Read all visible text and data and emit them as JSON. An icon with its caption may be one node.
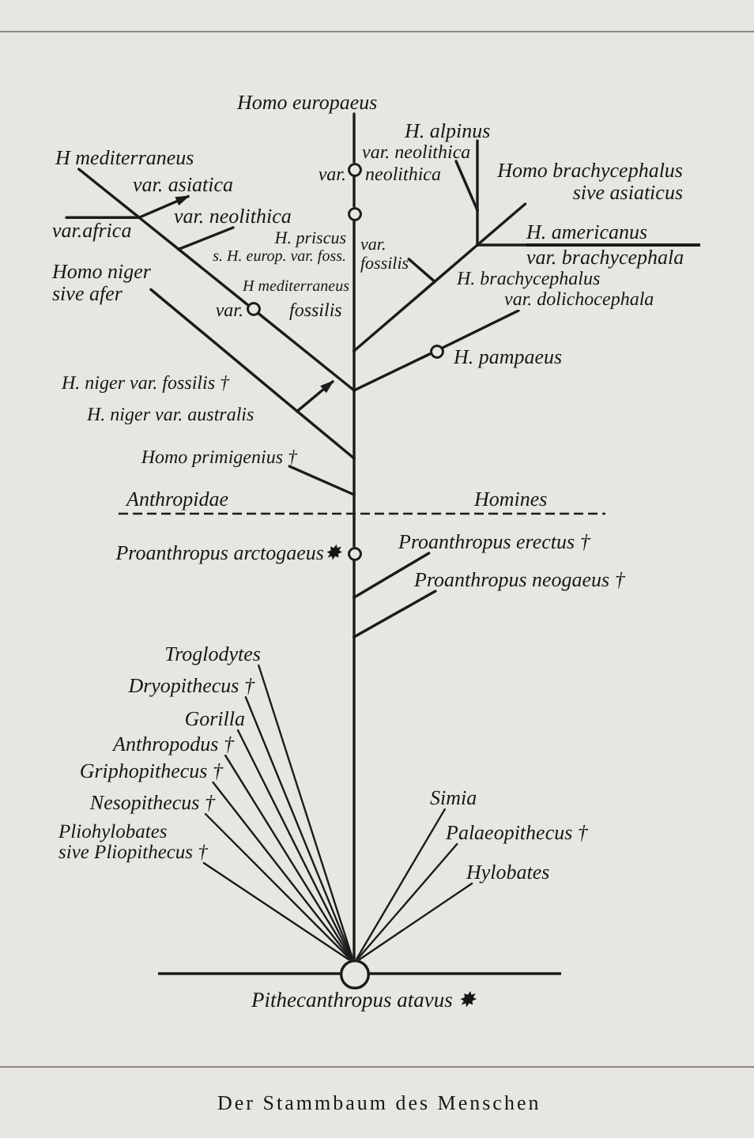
{
  "diagram": {
    "caption": "Der Stammbaum des Menschen",
    "nodes": [
      {
        "text": [
          "Homo europaeus"
        ]
      },
      {
        "text": [
          "H. alpinus"
        ]
      },
      {
        "text": [
          "var. neolithica"
        ]
      },
      {
        "text": [
          "H mediterraneus"
        ]
      },
      {
        "text": [],
        "shape": "circle",
        "beside": [
          "var.",
          "neolithica"
        ]
      },
      {
        "text": [
          "Homo brachycephalus sive asiaticus"
        ]
      },
      {
        "text": [
          "var. asiatica"
        ]
      },
      {
        "text": [
          "var. neolithica"
        ]
      },
      {
        "text": [],
        "shape": "circle",
        "beside": [
          "H. priscus",
          "s. H. europ. var. foss."
        ]
      },
      {
        "text": [
          "var.africa"
        ]
      },
      {
        "text": [
          "H. americanus",
          "var. brachycephala"
        ]
      },
      {
        "text": [
          "Homo niger sive afer"
        ]
      },
      {
        "text": [
          "var. fossilis"
        ]
      },
      {
        "text": [],
        "shape": "circle",
        "beside": [
          "H mediterraneus",
          "var.",
          "fossilis"
        ]
      },
      {
        "text": [],
        "shape": "circle",
        "beside": [
          "H. pampaeus"
        ]
      },
      {
        "text": [
          "Homo primigenius †"
        ]
      },
      {
        "text": [],
        "shape": "circle",
        "beside": [
          "Proanthropus arctogaeus✸"
        ]
      },
      {
        "text": [
          "Proanthropus erectus †"
        ]
      },
      {
        "text": [
          "Proanthropus neogaeus †"
        ]
      },
      {
        "text": [
          "Troglodytes"
        ]
      },
      {
        "text": [
          "Dryopithecus †"
        ]
      },
      {
        "text": [
          "Gorilla"
        ]
      },
      {
        "text": [
          "Anthropodus †"
        ]
      },
      {
        "text": [
          "Griphopithecus †"
        ]
      },
      {
        "text": [
          "Simia"
        ]
      },
      {
        "text": [
          "Nesopithecus †"
        ]
      },
      {
        "text": [
          "Palaeopithecus †"
        ]
      },
      {
        "text": [
          "Pliohylobates sive Pliopithecus †"
        ]
      },
      {
        "text": [
          "Hylobates"
        ]
      },
      {
        "text": [],
        "shape": "circle",
        "beside": [
          "Pithecanthropus atavus ✸"
        ]
      }
    ],
    "edges": [
      {
        "from": 29,
        "to": 16,
        "arrow": "none"
      },
      {
        "from": 29,
        "to": 18,
        "arrow": "none"
      },
      {
        "from": 29,
        "to": 17,
        "arrow": "none"
      },
      {
        "from": 29,
        "to": 19,
        "arrow": "none"
      },
      {
        "from": 29,
        "to": 20,
        "arrow": "none"
      },
      {
        "from": 29,
        "to": 21,
        "arrow": "none"
      },
      {
        "from": 29,
        "to": 22,
        "arrow": "none"
      },
      {
        "from": 29,
        "to": 23,
        "arrow": "none"
      },
      {
        "from": 29,
        "to": 25,
        "arrow": "none"
      },
      {
        "from": 29,
        "to": 27,
        "arrow": "none"
      },
      {
        "from": 29,
        "to": 24,
        "arrow": "none"
      },
      {
        "from": 29,
        "to": 26,
        "arrow": "none"
      },
      {
        "from": 29,
        "to": 28,
        "arrow": "none"
      },
      {
        "from": 16,
        "to": 15,
        "arrow": "none"
      },
      {
        "from": 16,
        "to": 11,
        "arrow": "none",
        "label": "H. niger var. fossilis †"
      },
      {
        "from": 16,
        "to": null,
        "arrow": "to",
        "label": "H. niger var. australis"
      },
      {
        "from": 16,
        "to": 13,
        "arrow": "none"
      },
      {
        "from": 16,
        "to": 14,
        "arrow": "none"
      },
      {
        "from": 16,
        "to": 12,
        "arrow": "none"
      },
      {
        "from": 16,
        "to": 10,
        "arrow": "none"
      },
      {
        "from": 16,
        "to": 2,
        "arrow": "none"
      },
      {
        "from": 16,
        "to": 1,
        "arrow": "none"
      },
      {
        "from": 16,
        "to": 5,
        "arrow": "none"
      },
      {
        "from": 16,
        "to": 8,
        "arrow": "none"
      },
      {
        "from": 8,
        "to": 4,
        "arrow": "none"
      },
      {
        "from": 4,
        "to": 0,
        "arrow": "none"
      },
      {
        "from": 14,
        "to": null,
        "arrow": "none",
        "label": "H. brachycephalus var. dolichocephala"
      },
      {
        "from": 13,
        "to": 7,
        "arrow": "none"
      },
      {
        "from": 13,
        "to": 9,
        "arrow": "none"
      },
      {
        "from": 13,
        "to": 6,
        "arrow": "to"
      },
      {
        "from": 13,
        "to": 3,
        "arrow": "none"
      }
    ],
    "labels": [
      "Anthropidae",
      "Homines"
    ]
  }
}
